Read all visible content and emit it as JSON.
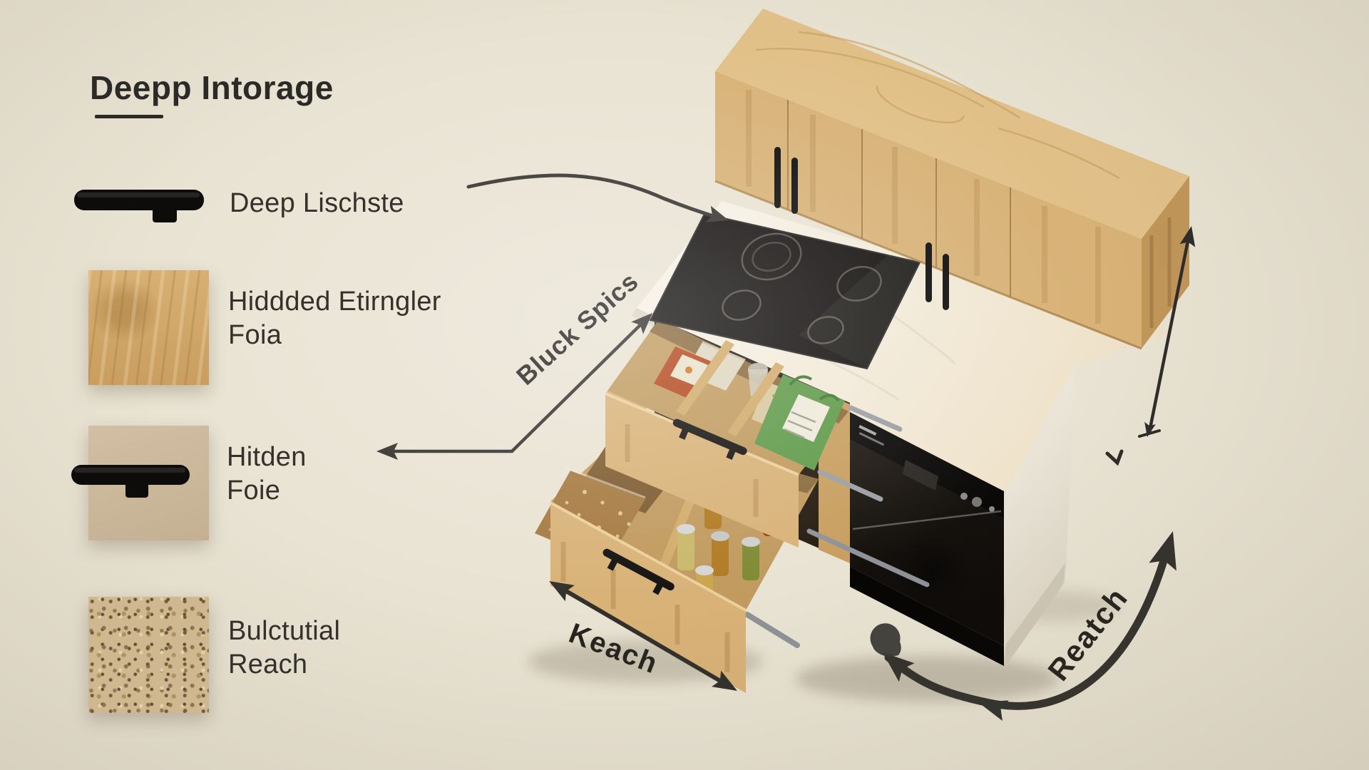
{
  "title": {
    "text": "Deepp Intorage"
  },
  "legend": {
    "item1": {
      "line1": "Deep Lischste",
      "line2": ""
    },
    "item2": {
      "line1": "Hiddded Etirngler",
      "line2": "Foia"
    },
    "item3": {
      "line1": "Hitden",
      "line2": "Foie"
    },
    "item4": {
      "line1": "Bulctutial",
      "line2": "Reach"
    }
  },
  "scene_labels": {
    "spices": "Bluck Spics",
    "width": "Keach",
    "arc": "Reatch"
  },
  "colors": {
    "background": "#e9e3d3",
    "text": "#2e2c28",
    "arrow": "#33302c",
    "wood": "#d8b277",
    "wood_dark": "#c1965a",
    "counter": "#f4f0e6",
    "appliance_black": "#16110d",
    "beige_swatch": "#cbb79c"
  }
}
